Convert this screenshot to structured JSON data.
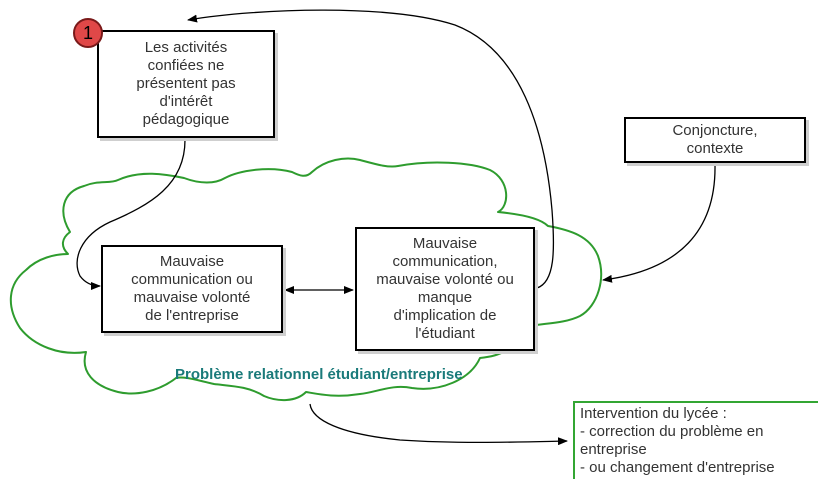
{
  "colors": {
    "cloud_stroke": "#2e9c2e",
    "cloud_label": "#1a7a7a",
    "note_border": "#33a633",
    "badge_fill": "#e04848",
    "arrow": "#000000"
  },
  "nodes": {
    "activities": {
      "text": "Les activités\nconfiées ne\nprésentent pas\nd'intérêt\npédagogique"
    },
    "company": {
      "text": "Mauvaise\ncommunication ou\nmauvaise volonté\nde l'entreprise"
    },
    "student": {
      "text": "Mauvaise\ncommunication,\nmauvaise volonté ou\nmanque\nd'implication de\nl'étudiant"
    },
    "context": {
      "text": "Conjoncture,\ncontexte"
    }
  },
  "badge": {
    "number": "1",
    "icon": "priority-1-icon"
  },
  "cloud": {
    "label": "Problème relationnel étudiant/entreprise"
  },
  "intervention": {
    "text": "Intervention du lycée :\n- correction du problème en\nentreprise\n- ou changement d'entreprise"
  }
}
